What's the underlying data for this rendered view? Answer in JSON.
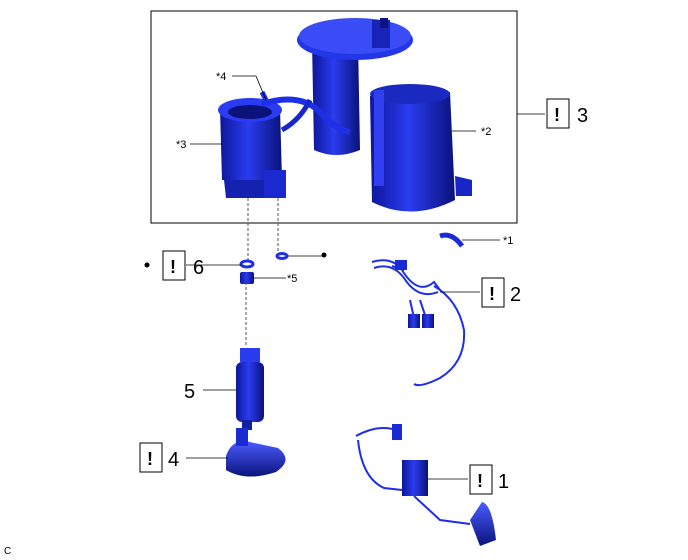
{
  "callouts": {
    "star1": "*1",
    "star2": "*2",
    "star3": "*3",
    "star4": "*4",
    "star5": "*5"
  },
  "parts": [
    {
      "num": "3",
      "warn": "!"
    },
    {
      "num": "6",
      "warn": "!"
    },
    {
      "num": "2",
      "warn": "!"
    },
    {
      "num": "5"
    },
    {
      "num": "4",
      "warn": "!"
    },
    {
      "num": "1",
      "warn": "!"
    }
  ],
  "corner_code": "C",
  "colors": {
    "part_fill": "#1e2fe6",
    "part_dark": "#0b1170",
    "part_light": "#5a6cff",
    "line": "#000000"
  }
}
